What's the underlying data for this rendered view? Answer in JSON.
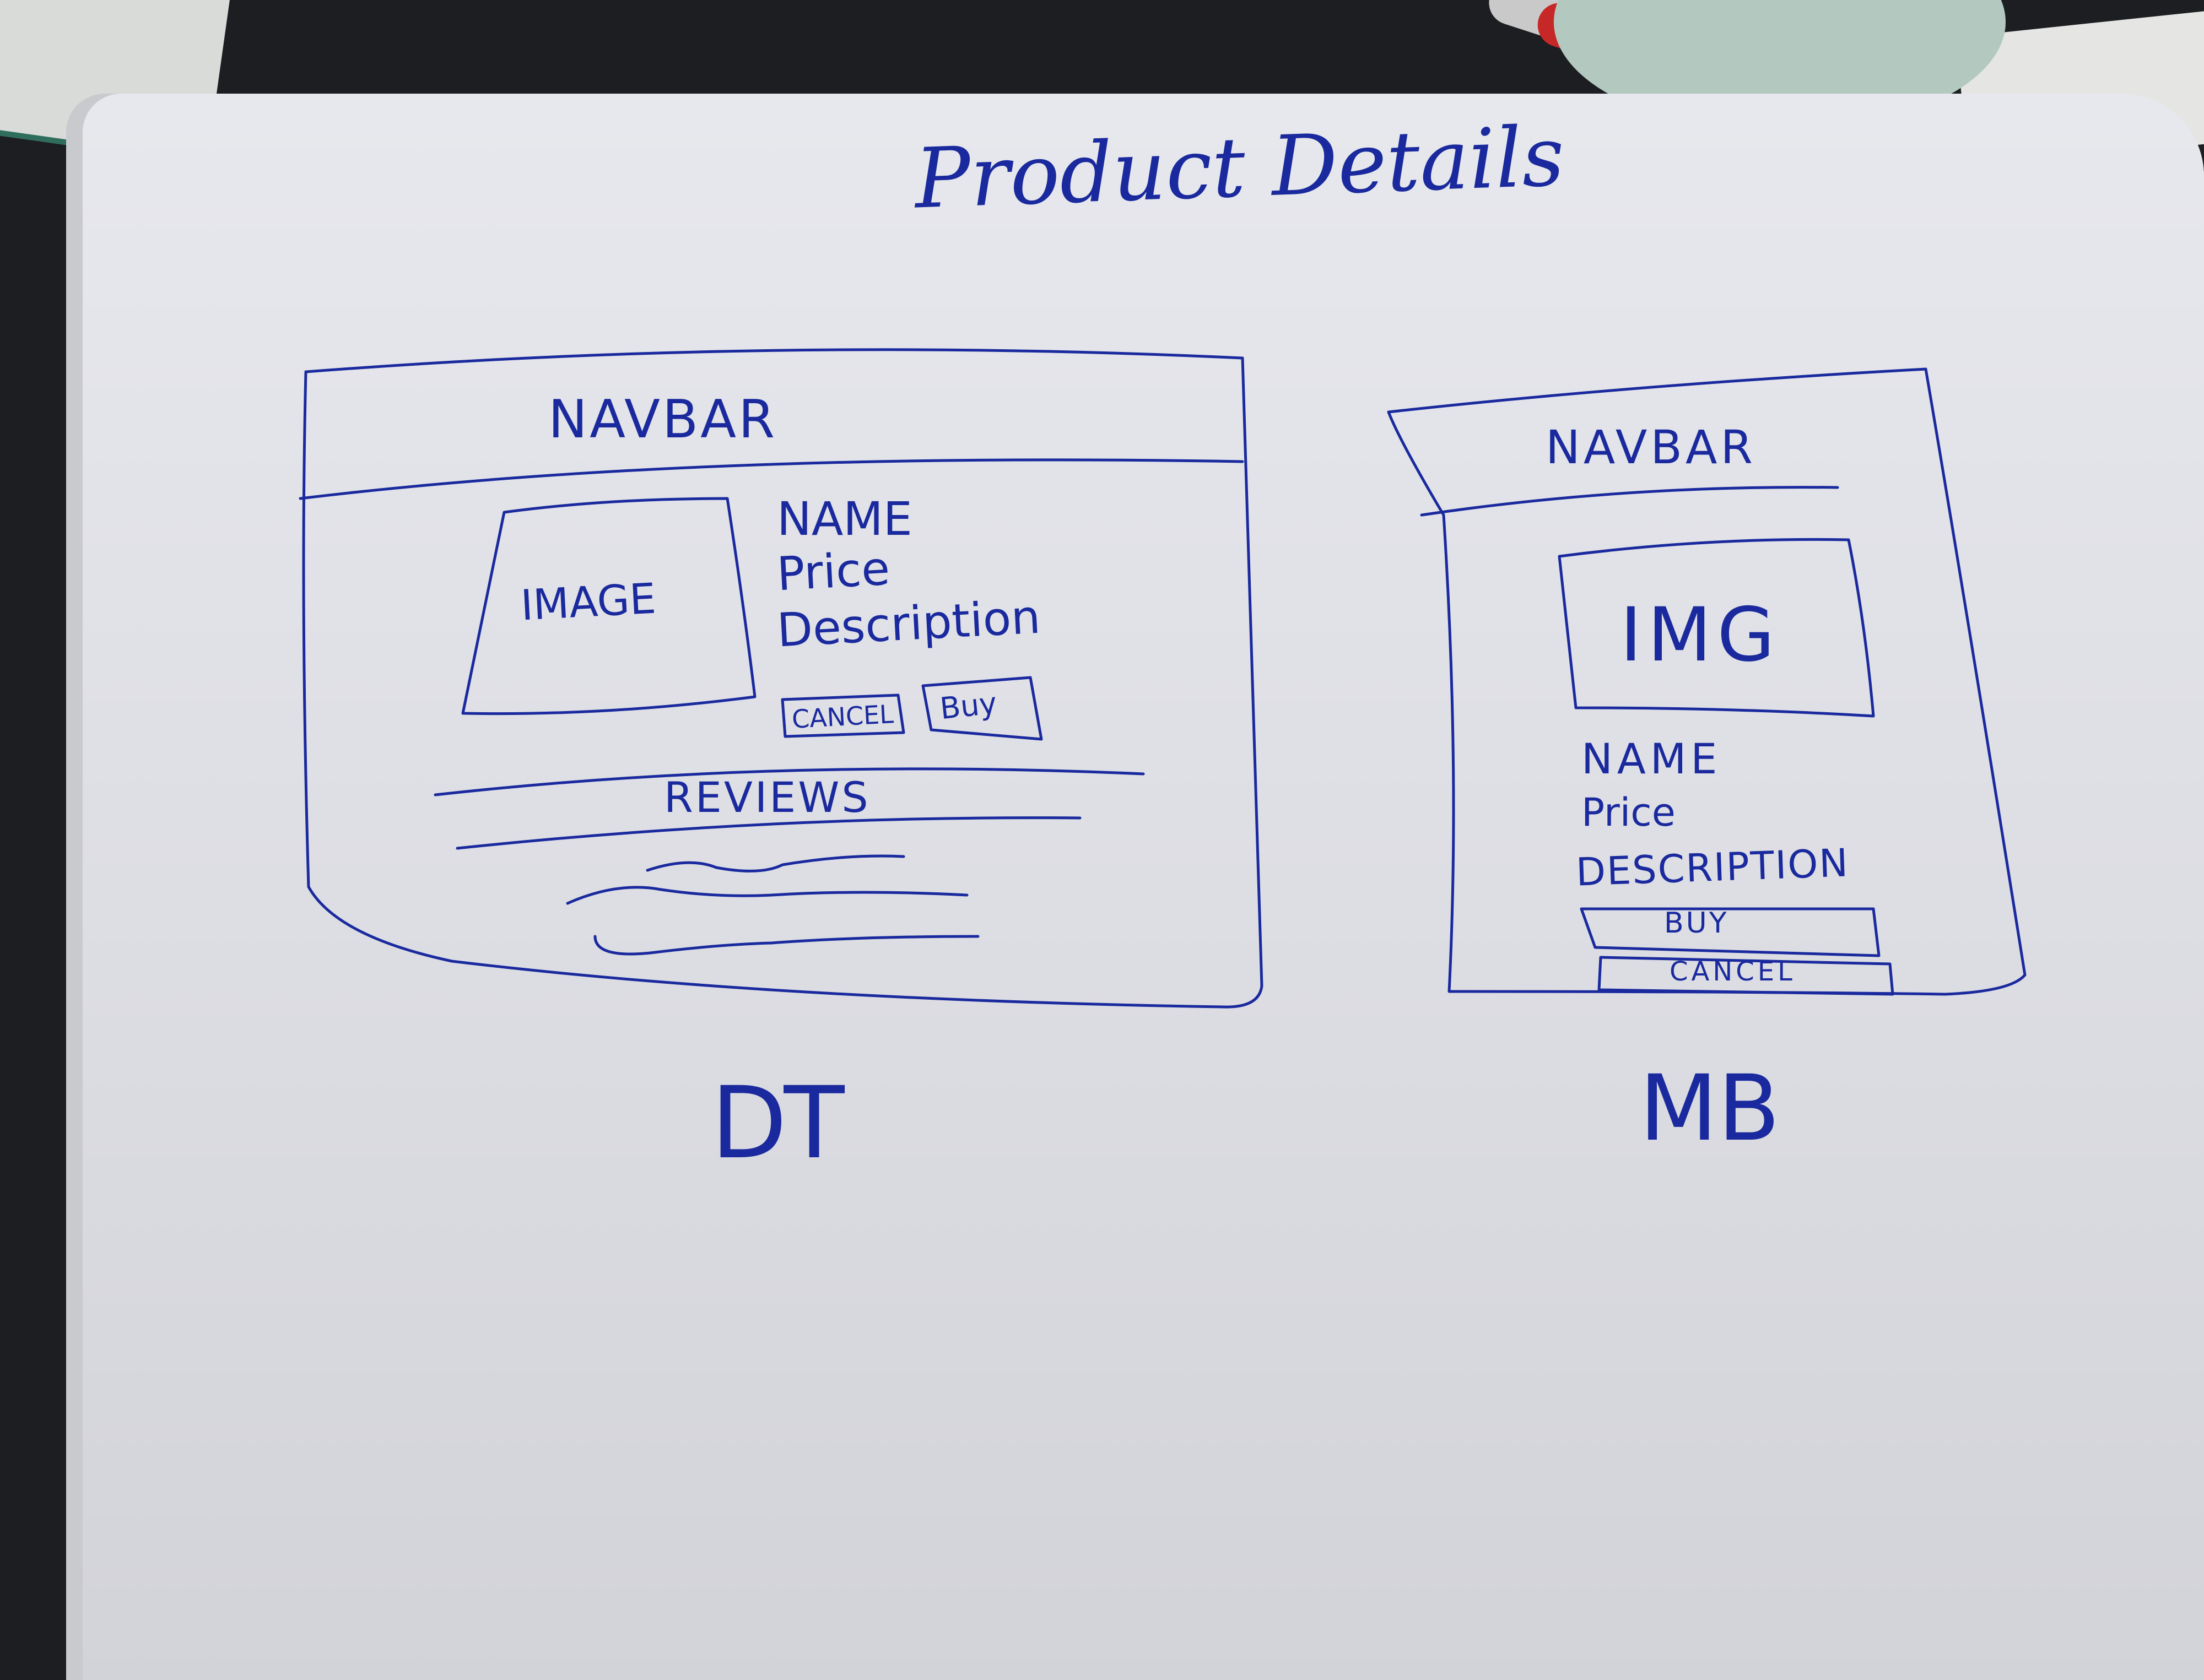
{
  "title": "Product Details",
  "ink_color": "#1a2a9e",
  "desktop": {
    "navbar": "NAVBAR",
    "image": "IMAGE",
    "name": "NAME",
    "price": "Price",
    "description": "Description",
    "cancel_button": "CANCEL",
    "buy_button": "Buy",
    "reviews": "REVIEWS",
    "caption": "DT"
  },
  "mobile": {
    "navbar": "NAVBAR",
    "image": "IMG",
    "name": "NAME",
    "price": "Price",
    "description": "DESCRIPTION",
    "buy_button": "BUY",
    "cancel_button": "CANCEL",
    "caption": "MB"
  }
}
